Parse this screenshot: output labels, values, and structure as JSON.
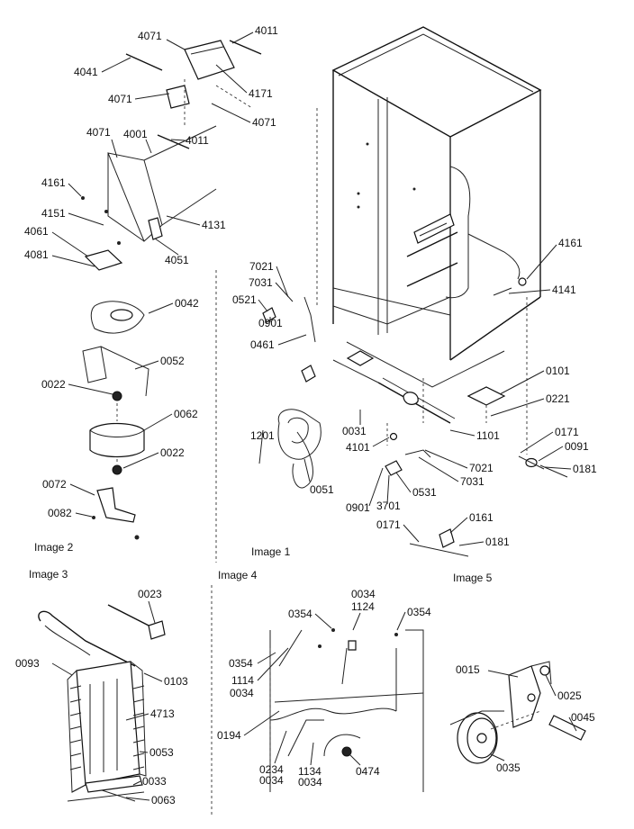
{
  "image_captions": {
    "image1": "Image 1",
    "image2": "Image 2",
    "image3": "Image 3",
    "image4": "Image 4",
    "image5": "Image 5"
  },
  "part_labels": {
    "p4071a": "4071",
    "p4011a": "4011",
    "p4041": "4041",
    "p4071b": "4071",
    "p4171": "4171",
    "p4071c": "4071",
    "p4071d": "4071",
    "p4001": "4001",
    "p4011b": "4011",
    "p4161a": "4161",
    "p4151": "4151",
    "p4131": "4131",
    "p4061": "4061",
    "p4081": "4081",
    "p4051": "4051",
    "p0042": "0042",
    "p0052": "0052",
    "p0022a": "0022",
    "p0062": "0062",
    "p0022b": "0022",
    "p0072": "0072",
    "p0082": "0082",
    "p7021a": "7021",
    "p7031a": "7031",
    "p0521": "0521",
    "p0901a": "0901",
    "p0461": "0461",
    "p4161b": "4161",
    "p4141": "4141",
    "p0101": "0101",
    "p0221": "0221",
    "p1201": "1201",
    "p0031": "0031",
    "p4101": "4101",
    "p1101": "1101",
    "p0171a": "0171",
    "p0091": "0091",
    "p0181a": "0181",
    "p7021b": "7021",
    "p7031b": "7031",
    "p0051": "0051",
    "p0531": "0531",
    "p0901b": "0901",
    "p3701": "3701",
    "p0171b": "0171",
    "p0161": "0161",
    "p0181b": "0181",
    "p0023": "0023",
    "p0093": "0093",
    "p0103": "0103",
    "p4713": "4713",
    "p0053": "0053",
    "p0033": "0033",
    "p0063": "0063",
    "p0034a": "0034",
    "p1124": "1124",
    "p0354a": "0354",
    "p0354b": "0354",
    "p0354c": "0354",
    "p1114": "1114",
    "p0034b": "0034",
    "p0194": "0194",
    "p0234": "0234",
    "p0034c": "0034",
    "p1134": "1134",
    "p0034d": "0034",
    "p0474": "0474",
    "p0015": "0015",
    "p0025": "0025",
    "p0045": "0045",
    "p0035": "0035"
  }
}
